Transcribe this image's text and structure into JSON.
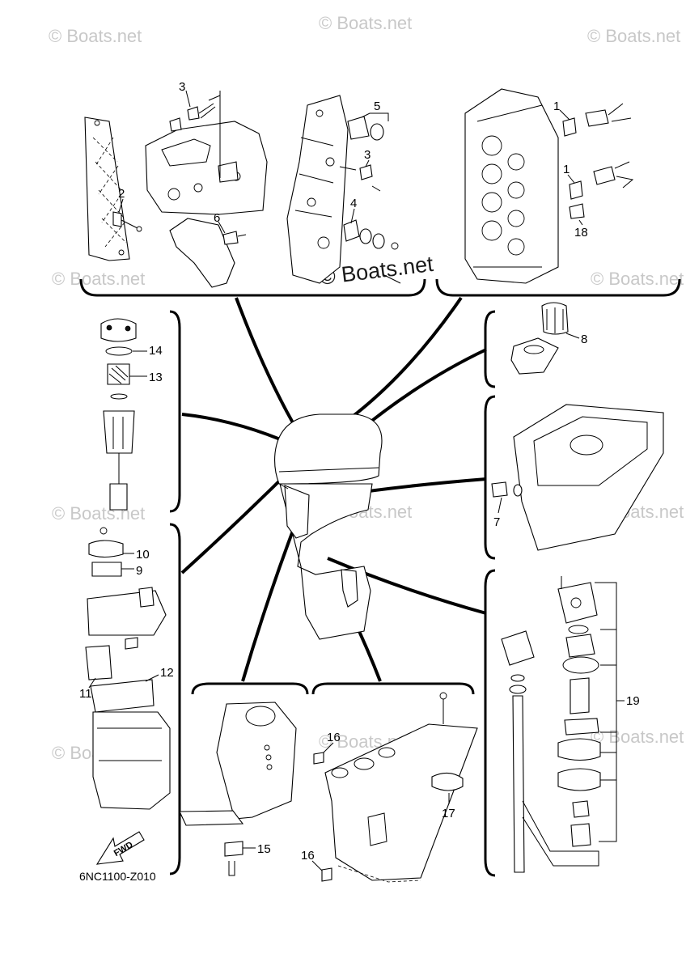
{
  "watermark": {
    "small_text": "© Boats.net",
    "large_text": "© Boats.net"
  },
  "diagram_code": "6NC1100-Z010",
  "fwd_label": "FWD",
  "callouts": {
    "p1a": "1",
    "p1b": "1",
    "p2": "2",
    "p3a": "3",
    "p3b": "3",
    "p4": "4",
    "p5": "5",
    "p6": "6",
    "p7": "7",
    "p8": "8",
    "p9": "9",
    "p10": "10",
    "p11": "11",
    "p12": "12",
    "p13": "13",
    "p14": "14",
    "p15": "15",
    "p16a": "16",
    "p16b": "16",
    "p17": "17",
    "p18": "18",
    "p19": "19"
  }
}
